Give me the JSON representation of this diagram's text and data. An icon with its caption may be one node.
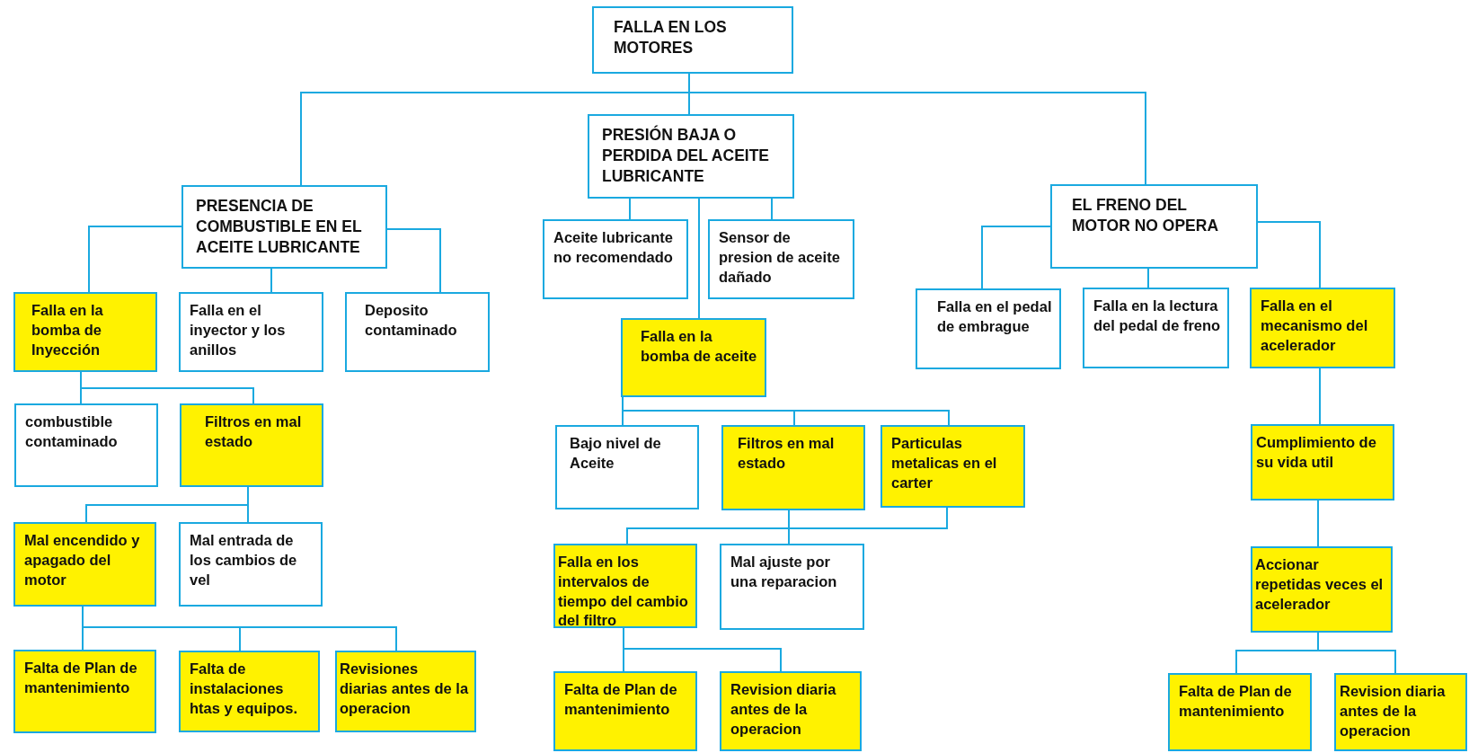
{
  "diagram": {
    "nodes": [
      {
        "text": [
          "FALLA EN LOS MOTORES"
        ]
      },
      {
        "text": [
          "PRESENCIA DE COMBUSTIBLE EN EL ACEITE LUBRICANTE"
        ]
      },
      {
        "text": [
          "PRESIÓN BAJA O PERDIDA DEL ACEITE LUBRICANTE"
        ]
      },
      {
        "text": [
          "EL FRENO DEL MOTOR NO OPERA"
        ]
      },
      {
        "text": [
          "Falla en la bomba de Inyección"
        ]
      },
      {
        "text": [
          "Falla en el inyector y los anillos"
        ]
      },
      {
        "text": [
          "Deposito contaminado"
        ]
      },
      {
        "text": [
          "Aceite lubricante no recomendado"
        ]
      },
      {
        "text": [
          "Sensor de presion de aceite dañado"
        ]
      },
      {
        "text": [
          "Falla en la bomba de aceite"
        ]
      },
      {
        "text": [
          "Falla en el pedal de embrague"
        ]
      },
      {
        "text": [
          "Falla en la lectura del pedal de freno"
        ]
      },
      {
        "text": [
          "Falla en el mecanismo del acelerador"
        ]
      },
      {
        "text": [
          "combustible contaminado"
        ]
      },
      {
        "text": [
          "Filtros en mal estado"
        ]
      },
      {
        "text": [
          "Mal encendido y apagado del motor"
        ]
      },
      {
        "text": [
          "Mal entrada de los cambios de vel"
        ]
      },
      {
        "text": [
          "Falta de Plan de mantenimiento"
        ]
      },
      {
        "text": [
          "Falta de instalaciones htas y equipos."
        ]
      },
      {
        "text": [
          "Revisiones diarias antes de la operacion"
        ]
      },
      {
        "text": [
          "Bajo nivel de Aceite"
        ]
      },
      {
        "text": [
          "Filtros en mal estado"
        ]
      },
      {
        "text": [
          "Particulas metalicas en el carter"
        ]
      },
      {
        "text": [
          "Falla en los intervalos de tiempo del cambio del filtro"
        ]
      },
      {
        "text": [
          "Mal ajuste por una reparacion"
        ]
      },
      {
        "text": [
          "Falta de Plan de mantenimiento"
        ]
      },
      {
        "text": [
          "Revision diaria antes de la operacion"
        ]
      },
      {
        "text": [
          "Cumplimiento de su vida util"
        ]
      },
      {
        "text": [
          "Accionar repetidas veces el acelerador"
        ]
      },
      {
        "text": [
          "Falta de Plan de mantenimiento"
        ]
      },
      {
        "text": [
          "Revision diaria antes de la operacion"
        ]
      }
    ],
    "edges": [
      {
        "from": 0,
        "to": 1,
        "arrow": "none"
      },
      {
        "from": 0,
        "to": 2,
        "arrow": "none"
      },
      {
        "from": 0,
        "to": 3,
        "arrow": "none"
      },
      {
        "from": 1,
        "to": 4,
        "arrow": "none"
      },
      {
        "from": 1,
        "to": 5,
        "arrow": "none"
      },
      {
        "from": 1,
        "to": 6,
        "arrow": "none"
      },
      {
        "from": 2,
        "to": 7,
        "arrow": "none"
      },
      {
        "from": 2,
        "to": 9,
        "arrow": "none"
      },
      {
        "from": 2,
        "to": 8,
        "arrow": "none"
      },
      {
        "from": 3,
        "to": 10,
        "arrow": "none"
      },
      {
        "from": 3,
        "to": 11,
        "arrow": "none"
      },
      {
        "from": 3,
        "to": 12,
        "arrow": "none"
      },
      {
        "from": 4,
        "to": 13,
        "arrow": "none"
      },
      {
        "from": 4,
        "to": 14,
        "arrow": "none"
      },
      {
        "from": 14,
        "to": 15,
        "arrow": "none"
      },
      {
        "from": 14,
        "to": 16,
        "arrow": "none"
      },
      {
        "from": 15,
        "to": 17,
        "arrow": "none"
      },
      {
        "from": 15,
        "to": 18,
        "arrow": "none"
      },
      {
        "from": 15,
        "to": 19,
        "arrow": "none"
      },
      {
        "from": 9,
        "to": 20,
        "arrow": "none"
      },
      {
        "from": 9,
        "to": 21,
        "arrow": "none"
      },
      {
        "from": 9,
        "to": 22,
        "arrow": "none"
      },
      {
        "from": 21,
        "to": 23,
        "arrow": "none"
      },
      {
        "from": 21,
        "to": 24,
        "arrow": "none"
      },
      {
        "from": 22,
        "to": 23,
        "arrow": "none"
      },
      {
        "from": 22,
        "to": 24,
        "arrow": "none"
      },
      {
        "from": 23,
        "to": 25,
        "arrow": "none"
      },
      {
        "from": 23,
        "to": 26,
        "arrow": "none"
      },
      {
        "from": 12,
        "to": 27,
        "arrow": "none"
      },
      {
        "from": 27,
        "to": 28,
        "arrow": "none"
      },
      {
        "from": 28,
        "to": 29,
        "arrow": "none"
      },
      {
        "from": 28,
        "to": 30,
        "arrow": "none"
      }
    ]
  }
}
